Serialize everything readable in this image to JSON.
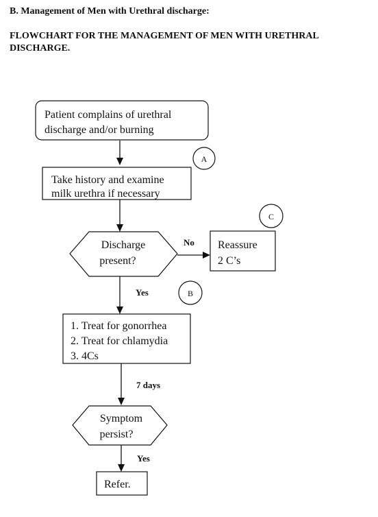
{
  "section_heading": "B.  Management of Men with Urethral discharge:",
  "flowchart_title": "FLOWCHART FOR THE MANAGEMENT OF MEN WITH URETHRAL DISCHARGE.",
  "nodes": {
    "complaint": [
      "Patient complains of urethral",
      "discharge and/or burning"
    ],
    "history": [
      "Take history and examine",
      "milk urethra if necessary"
    ],
    "discharge_question": [
      "Discharge",
      "present?"
    ],
    "reassure": [
      "Reassure",
      "2 C’s"
    ],
    "treat": [
      "1. Treat for gonorrhea",
      "2. Treat for chlamydia",
      "3. 4Cs"
    ],
    "symptom_question": [
      "Symptom",
      "persist?"
    ],
    "refer": "Refer."
  },
  "edge_labels": {
    "no": "No",
    "yes_1": "Yes",
    "days": "7 days",
    "yes_2": "Yes"
  },
  "markers": {
    "a": "A",
    "b": "B",
    "c": "C"
  }
}
